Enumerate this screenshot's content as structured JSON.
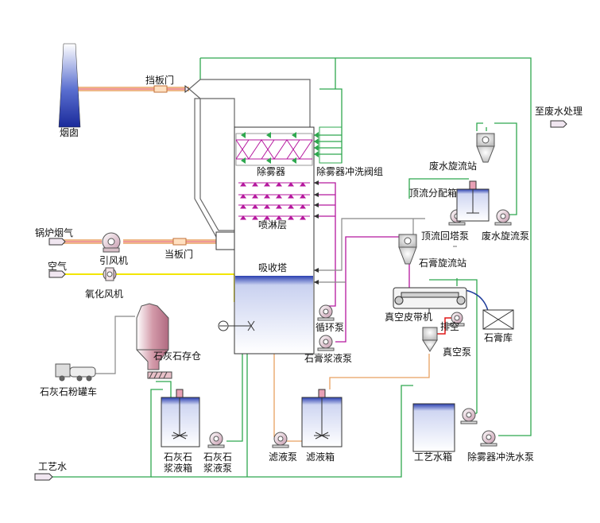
{
  "labels": {
    "chimney": "烟囱",
    "baffle_door_top": "挡板门",
    "demister": "除雾器",
    "demister_flush_valves": "除雾器冲洗阀组",
    "spray_layer": "喷淋层",
    "absorber": "吸收塔",
    "boiler_flue_gas": "锅炉烟气",
    "induced_fan": "引风机",
    "baffle_door_inlet": "当板门",
    "air": "空气",
    "oxidation_fan": "氧化风机",
    "limestone_silo": "石灰石存仓",
    "powder_truck": "石灰石粉罐车",
    "circulation_pump": "循环泵",
    "gypsum_slurry_pump": "石膏浆液泵",
    "wastewater_treatment": "至废水处理",
    "wastewater_cyclone": "废水旋流站",
    "overflow_tank": "顶流分配箱",
    "overflow_return_pump": "顶流回塔泵",
    "wastewater_pump": "废水旋流泵",
    "gypsum_cyclone": "石膏旋流站",
    "vacuum_belt": "真空皮带机",
    "vent": "排空",
    "vacuum_pump": "真空泵",
    "gypsum_store": "石膏库",
    "limestone_tank_1": "石灰石",
    "limestone_tank_2": "浆液箱",
    "limestone_pump_1": "石灰石",
    "limestone_pump_2": "浆液泵",
    "filtrate_pump": "滤液泵",
    "filtrate_tank": "滤液箱",
    "process_water_tank": "工艺水箱",
    "demister_wash_pump": "除雾器冲洗水泵",
    "process_water": "工艺水"
  },
  "colors": {
    "green_pipe": "#2fa84f",
    "magenta_pipe": "#b5179e",
    "orange_pipe": "#e8a060",
    "yellow_pipe": "#f2e600",
    "gray_pipe": "#777777",
    "red_pipe": "#e01818",
    "blue_pipe": "#1e3c9a",
    "slurry_blue": "#2a3fb0",
    "equipment_pink": "#d9a3b5"
  },
  "icons": [
    "chimney-icon",
    "fan-icon",
    "pump-icon",
    "tank-icon",
    "cyclone-icon",
    "silo-icon",
    "truck-icon",
    "belt-filter-icon",
    "storage-icon",
    "nozzle-icon"
  ]
}
